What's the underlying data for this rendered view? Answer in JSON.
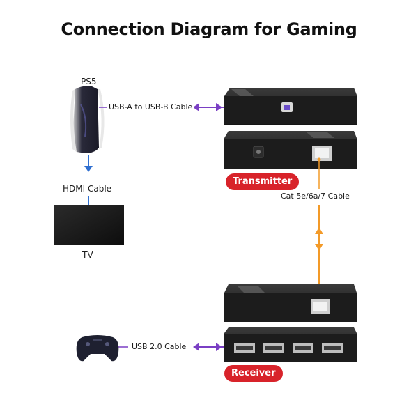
{
  "title": "Connection Diagram for Gaming",
  "labels": {
    "ps5": "PS5",
    "usb_ab": "USB-A to USB-B Cable",
    "hdmi": "HDMI Cable",
    "tv": "TV",
    "cat": "Cat 5e/6a/7 Cable",
    "usb2": "USB 2.0 Cable",
    "transmitter": "Transmitter",
    "receiver": "Receiver"
  },
  "colors": {
    "usb_arrow": "#7a3fc4",
    "hdmi_arrow": "#2f6fd0",
    "cat_arrow": "#f39a28",
    "pill": "#d8232a",
    "device": "#1c1c1c"
  }
}
